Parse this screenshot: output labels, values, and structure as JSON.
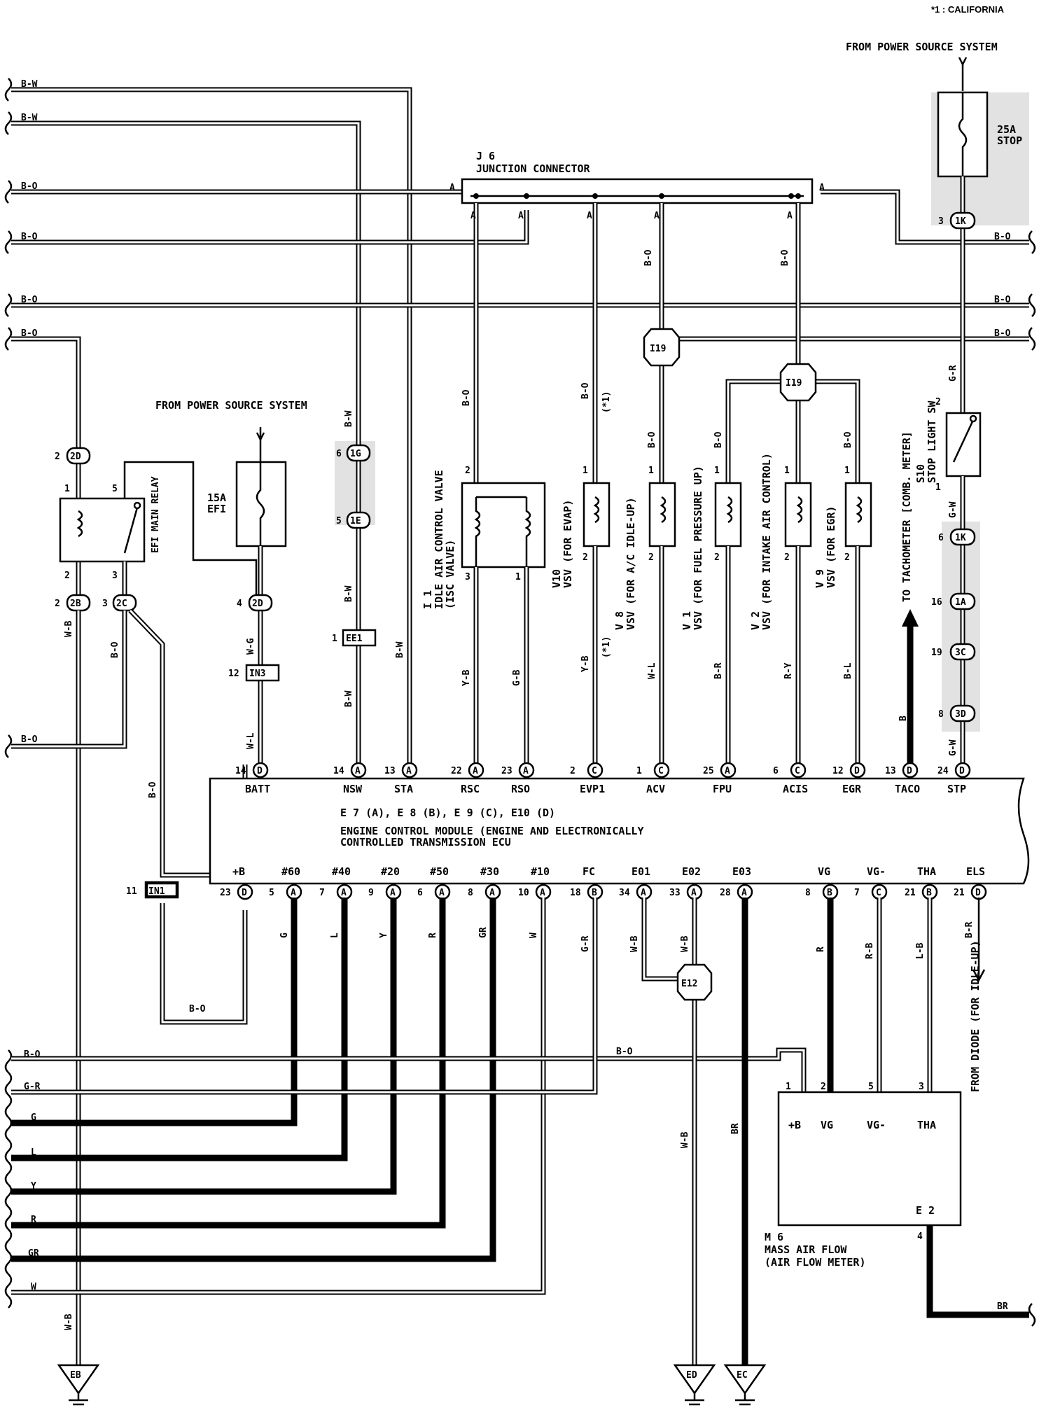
{
  "header": {
    "note": "*1 : CALIFORNIA"
  },
  "power_source_top": "FROM POWER SOURCE SYSTEM",
  "power_source_efi": "FROM POWER SOURCE SYSTEM",
  "fuse_stop": {
    "amp": "25A",
    "name": "STOP"
  },
  "fuse_efi": {
    "amp": "15A",
    "name": "EFI"
  },
  "junction": {
    "id": "J 6",
    "name": "JUNCTION CONNECTOR",
    "pin_a": "A"
  },
  "relay": {
    "name": "EFI MAIN RELAY",
    "pins": [
      "1",
      "5",
      "2",
      "3"
    ]
  },
  "left_wires": [
    "B-W",
    "B-W",
    "B-O",
    "B-O",
    "B-O",
    "B-O"
  ],
  "right_wires": [
    "B-O",
    "B-O",
    "B-O"
  ],
  "connectors": {
    "c2D_top": "2D",
    "c2B": "2B",
    "c2C": "2C",
    "c2D_mid": "2D",
    "c1G": "1G",
    "c1E": "1E",
    "EE1": "EE1",
    "IN3": "IN3",
    "IN1": "IN1",
    "I19a": "I19",
    "I19b": "I19",
    "E12": "E12",
    "c1K_top": "1K",
    "c1K_mid": "1K",
    "c1A": "1A",
    "c3C": "3C",
    "c3D": "3D"
  },
  "conn_nums": {
    "c2D_top": "2",
    "c2B": "2",
    "c2C": "3",
    "c2D_mid": "4",
    "c1G": "6",
    "c1E": "5",
    "EE1": "1",
    "IN3": "12",
    "IN1": "11",
    "c1K_top": "3",
    "c1K_mid": "6",
    "c1A": "16",
    "c3C": "19",
    "c3D": "8"
  },
  "components": {
    "isc": {
      "id": "I 1",
      "name": "IDLE AIR CONTROL VALVE",
      "sub": "(ISC VALVE)"
    },
    "v10": {
      "id": "V10",
      "name": "VSV (FOR EVAP)"
    },
    "v8": {
      "id": "V 8",
      "name": "VSV (FOR A/C IDLE-UP)"
    },
    "v1": {
      "id": "V 1",
      "name": "VSV (FOR FUEL PRESSURE UP)"
    },
    "v2": {
      "id": "V 2",
      "name": "VSV (FOR INTAKE AIR CONTROL)"
    },
    "v9": {
      "id": "V 9",
      "name": "VSV (FOR EGR)"
    },
    "s10": {
      "id": "S10",
      "name": "STOP LIGHT SW"
    },
    "tacho": "TO TACHOMETER [COMB. METER]",
    "maf": {
      "id": "M 6",
      "name": "MASS AIR FLOW",
      "sub": "(AIR FLOW METER)",
      "pins": [
        "+B",
        "VG",
        "VG-",
        "THA"
      ],
      "ground": "E 2"
    },
    "diode": "FROM DIODE (FOR IDLE-UP)"
  },
  "ecm": {
    "connectors": "E 7 (A), E 8 (B), E 9 (C), E10 (D)",
    "line1": "ENGINE CONTROL MODULE (ENGINE AND ELECTRONICALLY",
    "line2": "CONTROLLED TRANSMISSION ECU",
    "top_pins": [
      {
        "num": "14",
        "conn": "D",
        "name": "BATT"
      },
      {
        "num": "14",
        "conn": "A",
        "name": "NSW"
      },
      {
        "num": "13",
        "conn": "A",
        "name": "STA"
      },
      {
        "num": "22",
        "conn": "A",
        "name": "RSC"
      },
      {
        "num": "23",
        "conn": "A",
        "name": "RSO"
      },
      {
        "num": "2",
        "conn": "C",
        "name": "EVP1"
      },
      {
        "num": "1",
        "conn": "C",
        "name": "ACV"
      },
      {
        "num": "25",
        "conn": "A",
        "name": "FPU"
      },
      {
        "num": "6",
        "conn": "C",
        "name": "ACIS"
      },
      {
        "num": "12",
        "conn": "D",
        "name": "EGR"
      },
      {
        "num": "13",
        "conn": "D",
        "name": "TACO"
      },
      {
        "num": "24",
        "conn": "D",
        "name": "STP"
      }
    ],
    "bottom_pins": [
      {
        "num": "23",
        "conn": "D",
        "name": "+B"
      },
      {
        "num": "5",
        "conn": "A",
        "name": "#60"
      },
      {
        "num": "7",
        "conn": "A",
        "name": "#40"
      },
      {
        "num": "9",
        "conn": "A",
        "name": "#20"
      },
      {
        "num": "6",
        "conn": "A",
        "name": "#50"
      },
      {
        "num": "8",
        "conn": "A",
        "name": "#30"
      },
      {
        "num": "10",
        "conn": "A",
        "name": "#10"
      },
      {
        "num": "18",
        "conn": "B",
        "name": "FC"
      },
      {
        "num": "34",
        "conn": "A",
        "name": "E01"
      },
      {
        "num": "33",
        "conn": "A",
        "name": "E02"
      },
      {
        "num": "28",
        "conn": "A",
        "name": "E03"
      },
      {
        "num": "8",
        "conn": "B",
        "name": "VG"
      },
      {
        "num": "7",
        "conn": "C",
        "name": "VG-"
      },
      {
        "num": "21",
        "conn": "B",
        "name": "THA"
      },
      {
        "num": "21",
        "conn": "D",
        "name": "ELS"
      }
    ]
  },
  "vertical_colors": {
    "isc_top": "B-O",
    "isc_l": "Y-B",
    "isc_r": "G-B",
    "v10_top": "B-O",
    "v10_star": "(*1)",
    "v10_bot": "Y-B",
    "v8_top": "B-O",
    "v8_bot": "W-L",
    "j6_v8": "B-O",
    "j6_v2": "B-O",
    "v1_top": "B-O",
    "v1_bot": "B-R",
    "v2_bot": "R-Y",
    "v9_top": "B-O",
    "v9_bot": "B-L",
    "s10_top": "G-R",
    "s10_bot": "G-W",
    "stp_bot": "G-W",
    "tacho": "B",
    "batt": "W-L",
    "efi": "W-G",
    "nsw1": "B-W",
    "nsw2": "B-W",
    "nsw3": "B-W",
    "sta": "B-W",
    "relay_left": "W-B",
    "relay_right": "B-O",
    "in1": "B-O",
    "plusb": "B-O",
    "inj": [
      "G",
      "L",
      "Y",
      "R",
      "GR",
      "W"
    ],
    "fc": "G-R",
    "e01": "W-B",
    "e02": "W-B",
    "e02_down": "W-B",
    "e03_down": "BR",
    "vg": "R",
    "vgm": "R-B",
    "tha": "L-B",
    "els": "B-R",
    "maf_bo": "B-O",
    "maf_br": "BR",
    "eb_wb": "W-B"
  },
  "bottom_wires": [
    "B-O",
    "G-R",
    "G",
    "L",
    "Y",
    "R",
    "GR",
    "W"
  ],
  "grounds": [
    "EB",
    "ED",
    "EC"
  ],
  "maf_pin_nums": [
    "1",
    "2",
    "5",
    "3",
    "4"
  ],
  "isc_pins": [
    "2",
    "3",
    "1"
  ],
  "vsv_pins": [
    "1",
    "2"
  ],
  "s10_pins": [
    "2",
    "1"
  ]
}
